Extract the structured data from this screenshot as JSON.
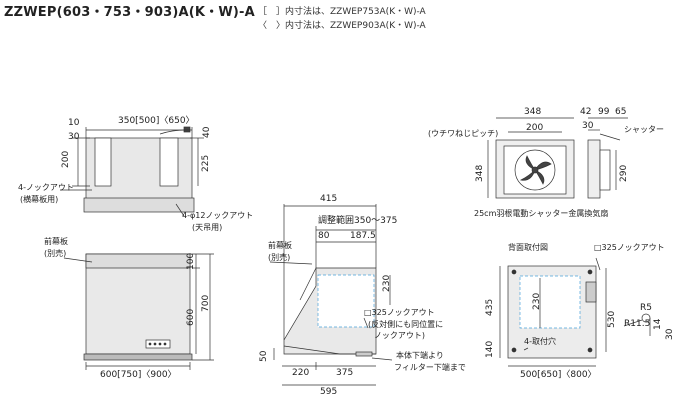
{
  "header": {
    "title": "ZZWEP(603・753・903)A(K・W)-A",
    "note1": "［　］内寸法は、ZZWEP753A(K・W)-A",
    "note2": "〈　〉内寸法は、ZZWEP903A(K・W)-A"
  },
  "top_view": {
    "dim_width": "350[500]〈650〉",
    "dim_10": "10",
    "dim_30": "30",
    "dim_200": "200",
    "dim_40": "40",
    "dim_225": "225",
    "label_knockout": "4-ノックアウト",
    "label_knockout_sub": "(横幕板用)",
    "label_hole": "4-φ12ノックアウト",
    "label_hole_sub": "(天吊用)"
  },
  "front_view": {
    "label_panel": "前幕板",
    "label_panel_sub": "(別売)",
    "dim_100": "100",
    "dim_600": "600",
    "dim_700": "700",
    "dim_width": "600[750]〈900〉"
  },
  "side_view": {
    "dim_415": "415",
    "dim_adjust": "調整範囲350〜375",
    "dim_80": "80",
    "dim_1875": "187.5",
    "label_panel": "前幕板",
    "label_panel_sub": "(別売)",
    "dim_230": "230",
    "label_knockout": "□325ノックアウト",
    "label_knockout_sub1": "(反対側にも同位置に",
    "label_knockout_sub2": "ノックアウト)",
    "dim_50": "50",
    "dim_220": "220",
    "dim_375": "375",
    "dim_595": "595",
    "label_bottom1": "本体下端より",
    "label_bottom2": "フィルター下端まで"
  },
  "fan": {
    "dim_348": "348",
    "dim_200": "200",
    "dim_348_v": "348",
    "dim_290": "290",
    "label_pitch": "(ウチワねじピッチ)",
    "dim_42": "42",
    "dim_99": "99",
    "dim_65": "65",
    "dim_30": "30",
    "label_shutter": "シャッター",
    "caption": "25cm羽根電動シャッター金属換気扇"
  },
  "back_view": {
    "label_title": "背面取付図",
    "label_knockout": "□325ノックアウト",
    "dim_230": "230",
    "dim_435": "435",
    "dim_140": "140",
    "dim_530": "530",
    "dim_r5": "R5",
    "dim_r11": "R11.5",
    "dim_14": "14",
    "dim_30": "30",
    "label_holes": "4-取付穴",
    "dim_width": "500[650]〈800〉"
  }
}
